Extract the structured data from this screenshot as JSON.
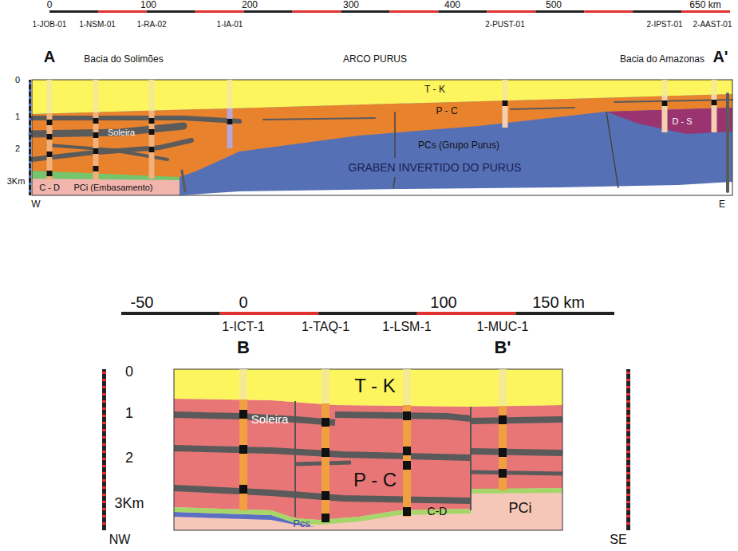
{
  "diagram": {
    "labels": [
      "0",
      "100",
      "200",
      "300",
      "400",
      "500",
      "650 km",
      "1-JOB-01",
      "1-NSM-01",
      "1-RA-02",
      "1-IA-01",
      "2-PUST-01",
      "2-IPST-01",
      "2-AAST-01",
      "A",
      "Bacia do Solimões",
      "ARCO PURUS",
      "Bacia do Amazonas",
      "A'",
      "0",
      "T - K",
      "1",
      "P - C",
      "Soleira",
      "2",
      "PCs (Grupo Purus)",
      "GRABEN INVERTIDO DO PURUS",
      "D - S",
      "3Km",
      "C - D",
      "PCi (Embasamento)",
      "W",
      "E",
      "-50",
      "0",
      "100",
      "150 km",
      "1-ICT-1",
      "1-TAQ-1",
      "1-LSM-1",
      "1-MUC-1",
      "B",
      "B'",
      "0",
      "T - K",
      "1",
      "Soleira",
      "2",
      "P - C",
      "3Km",
      "C-D",
      "PCi",
      "Pcs",
      "NW",
      "SE"
    ]
  }
}
